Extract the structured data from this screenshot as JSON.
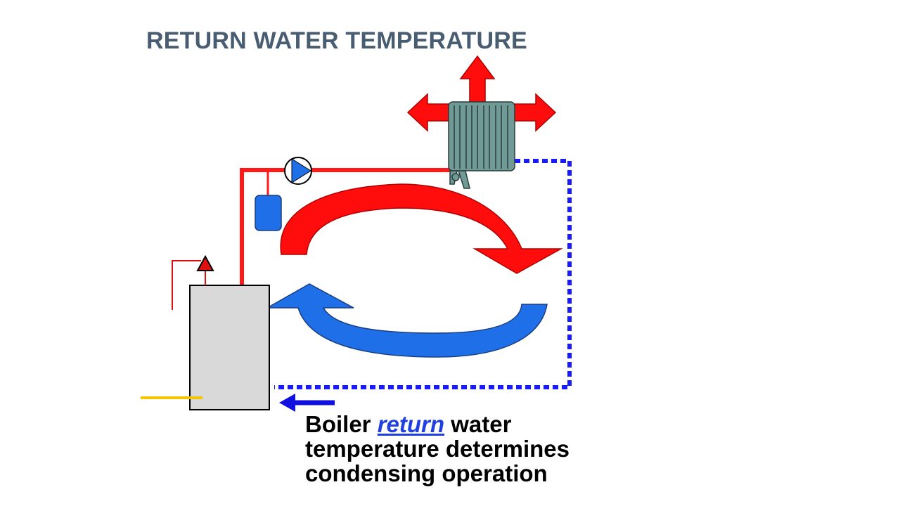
{
  "slide": {
    "title": "RETURN WATER TEMPERATURE",
    "caption": {
      "line1_before": "Boiler ",
      "line1_link": "return",
      "line1_after": " water",
      "line2": "temperature determines",
      "line3": "condensing operation"
    }
  },
  "colors": {
    "title": "#485c72",
    "supply_pipe": "#ff1a1a",
    "return_pipe": "#1a1aff",
    "hot_arrow": "#ff0d0d",
    "cold_arrow": "#1f6fe8",
    "boiler": "#d9d9d9",
    "radiator": "#6f9a96",
    "pump": "#1f6fe8",
    "expansion_tank": "#1f6fe8",
    "gas_line": "#f5c400"
  },
  "icons": [
    "boiler-icon",
    "radiator-icon",
    "pump-icon",
    "expansion-tank-icon",
    "flue-arrow-icon",
    "gas-line-icon"
  ]
}
